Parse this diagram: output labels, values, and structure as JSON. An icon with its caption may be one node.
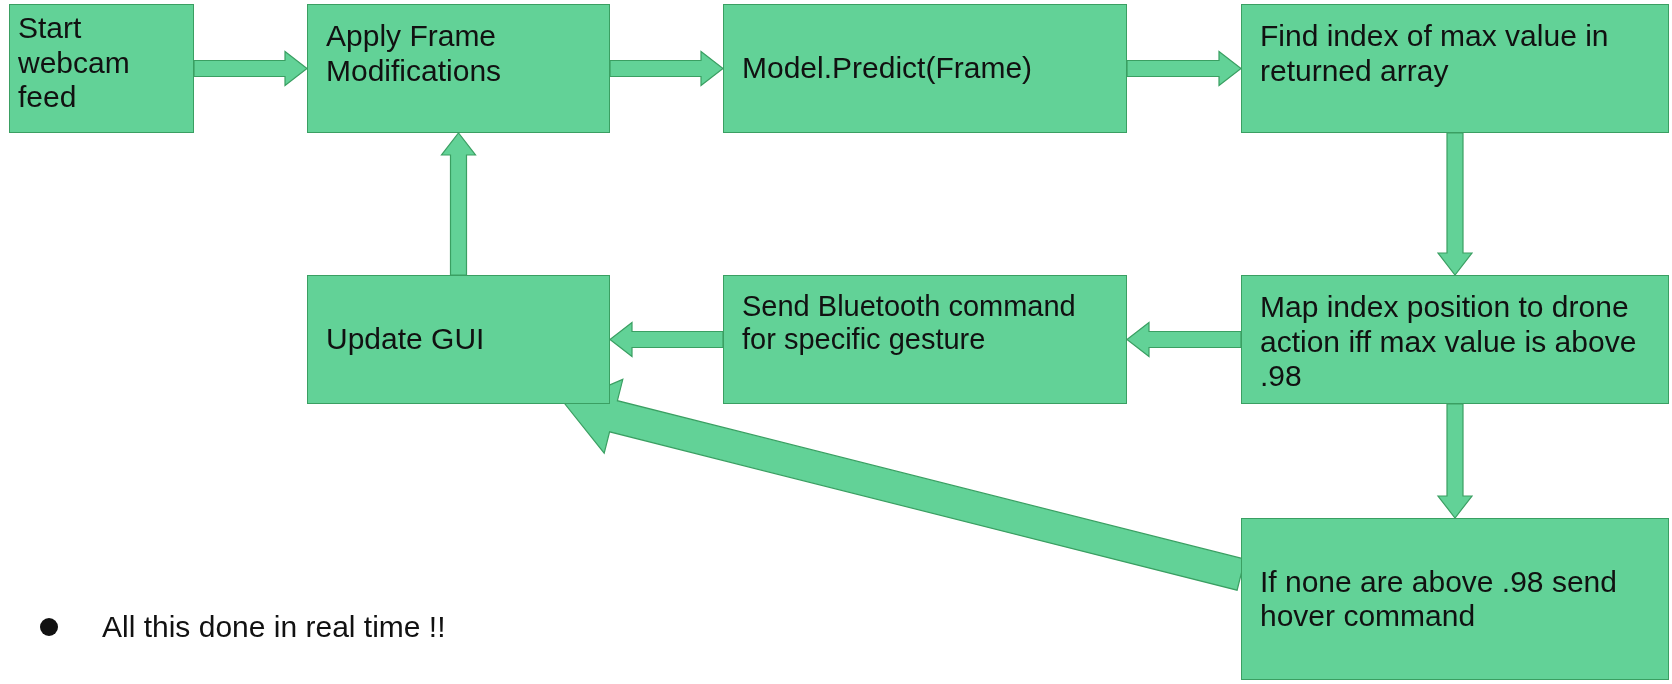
{
  "diagram": {
    "nodes": [
      {
        "text": [
          "Start webcam feed"
        ]
      },
      {
        "text": [
          "Apply Frame Modifications"
        ]
      },
      {
        "text": [
          "Model.Predict(Frame)"
        ]
      },
      {
        "text": [
          "Find index of max value in returned array"
        ]
      },
      {
        "text": [
          "Map index position to drone action iff max value is above .98"
        ]
      },
      {
        "text": [
          "Send Bluetooth command for specific gesture"
        ]
      },
      {
        "text": [
          "Update GUI"
        ]
      },
      {
        "text": [
          "If none are above .98 send hover command"
        ]
      }
    ],
    "edges": [
      {
        "from": 0,
        "to": 1,
        "arrow": "to"
      },
      {
        "from": 1,
        "to": 2,
        "arrow": "to"
      },
      {
        "from": 2,
        "to": 3,
        "arrow": "to"
      },
      {
        "from": 3,
        "to": 4,
        "arrow": "to"
      },
      {
        "from": 4,
        "to": 5,
        "arrow": "to"
      },
      {
        "from": 5,
        "to": 6,
        "arrow": "to"
      },
      {
        "from": 6,
        "to": 1,
        "arrow": "to"
      },
      {
        "from": 4,
        "to": 7,
        "arrow": "to"
      },
      {
        "from": 7,
        "to": 6,
        "arrow": "to",
        "style": "thick"
      }
    ],
    "labels": [
      "All this done in real time !!"
    ]
  }
}
